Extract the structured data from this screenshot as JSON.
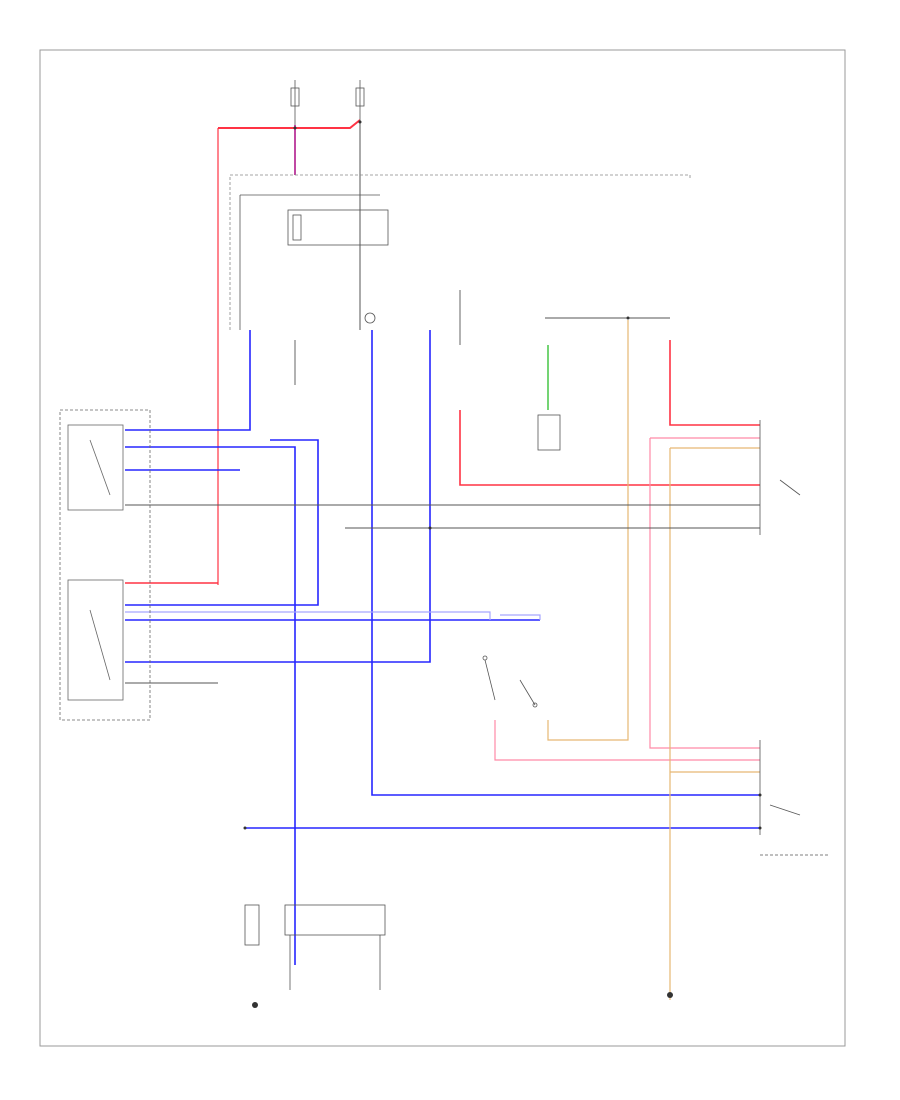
{
  "diagram": {
    "page_code": "",
    "colors": {
      "red": "#ff3344",
      "pink": "#ff8aa6",
      "blue": "#2626ff",
      "light_blue": "#a6a6ff",
      "yellow_tan": "#e6b873",
      "green": "#38c238",
      "black": "#1a1a1a",
      "gray": "#9a9a9a"
    },
    "components": [
      {
        "name": "top-left-fuse",
        "label": ""
      },
      {
        "name": "top-right-fuse",
        "label": ""
      },
      {
        "name": "upper-relay",
        "label": ""
      },
      {
        "name": "left-relay-upper",
        "label": ""
      },
      {
        "name": "left-relay-lower",
        "label": ""
      },
      {
        "name": "center-switch-pair",
        "label": ""
      },
      {
        "name": "right-connector-upper",
        "label": ""
      },
      {
        "name": "right-connector-lower",
        "label": ""
      },
      {
        "name": "bottom-relay",
        "label": ""
      },
      {
        "name": "bottom-ground",
        "label": ""
      },
      {
        "name": "right-ground",
        "label": ""
      }
    ]
  }
}
